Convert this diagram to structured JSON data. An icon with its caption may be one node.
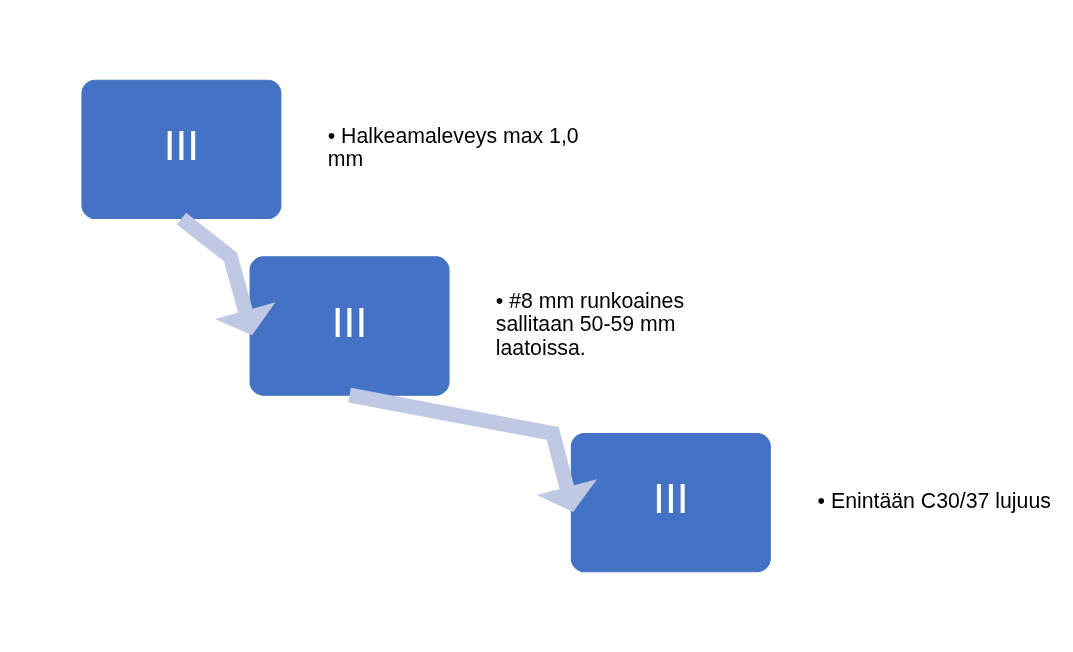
{
  "diagram": {
    "nodes": [
      {
        "text": [
          "III"
        ],
        "beside": [
          "• Halkeamaleveys max 1,0 mm"
        ]
      },
      {
        "text": [
          "III"
        ],
        "beside": [
          "• #8 mm runkoaines sallitaan 50-59 mm laatoissa."
        ]
      },
      {
        "text": [
          "III"
        ],
        "beside": [
          "• Enintään C30/37 lujuus"
        ]
      }
    ],
    "edges": [
      {
        "from": 0,
        "to": 1,
        "arrow": "to"
      },
      {
        "from": 1,
        "to": 2,
        "arrow": "to"
      }
    ]
  }
}
